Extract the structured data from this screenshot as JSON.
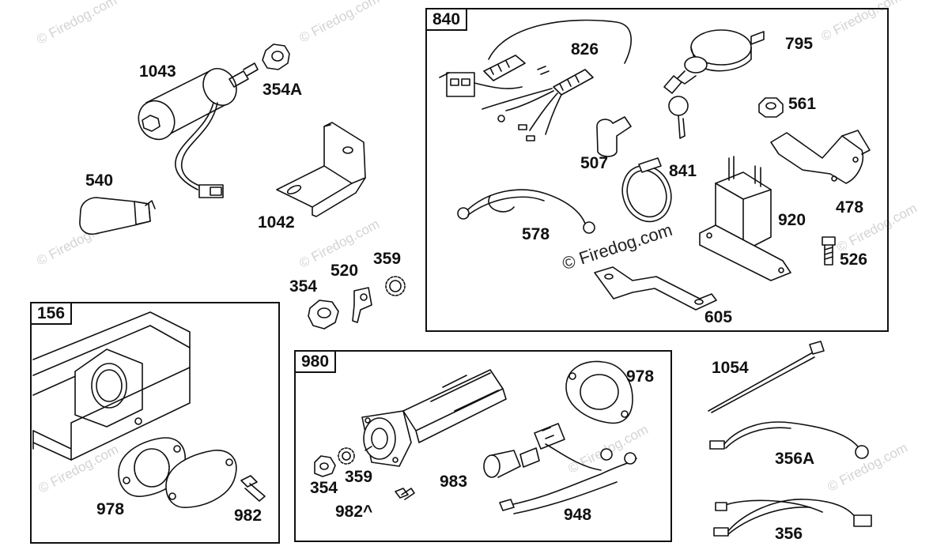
{
  "watermark": "© Firedog.com",
  "watermark_center": "© Firedog.com",
  "groups": {
    "g840": "840",
    "g156": "156",
    "g980": "980"
  },
  "labels": {
    "p1043": "1043",
    "p354A": "354A",
    "p540": "540",
    "p1042": "1042",
    "p354_top": "354",
    "p520": "520",
    "p359_top": "359",
    "p826": "826",
    "p795": "795",
    "p561": "561",
    "p507": "507",
    "p841": "841",
    "p478": "478",
    "p578": "578",
    "p920": "920",
    "p526": "526",
    "p605": "605",
    "p978_156": "978",
    "p982_156": "982",
    "p978_980": "978",
    "p354_980": "354",
    "p359_980": "359",
    "p983": "983",
    "p982A": "982^",
    "p948": "948",
    "p1054": "1054",
    "p356A": "356A",
    "p356": "356"
  }
}
